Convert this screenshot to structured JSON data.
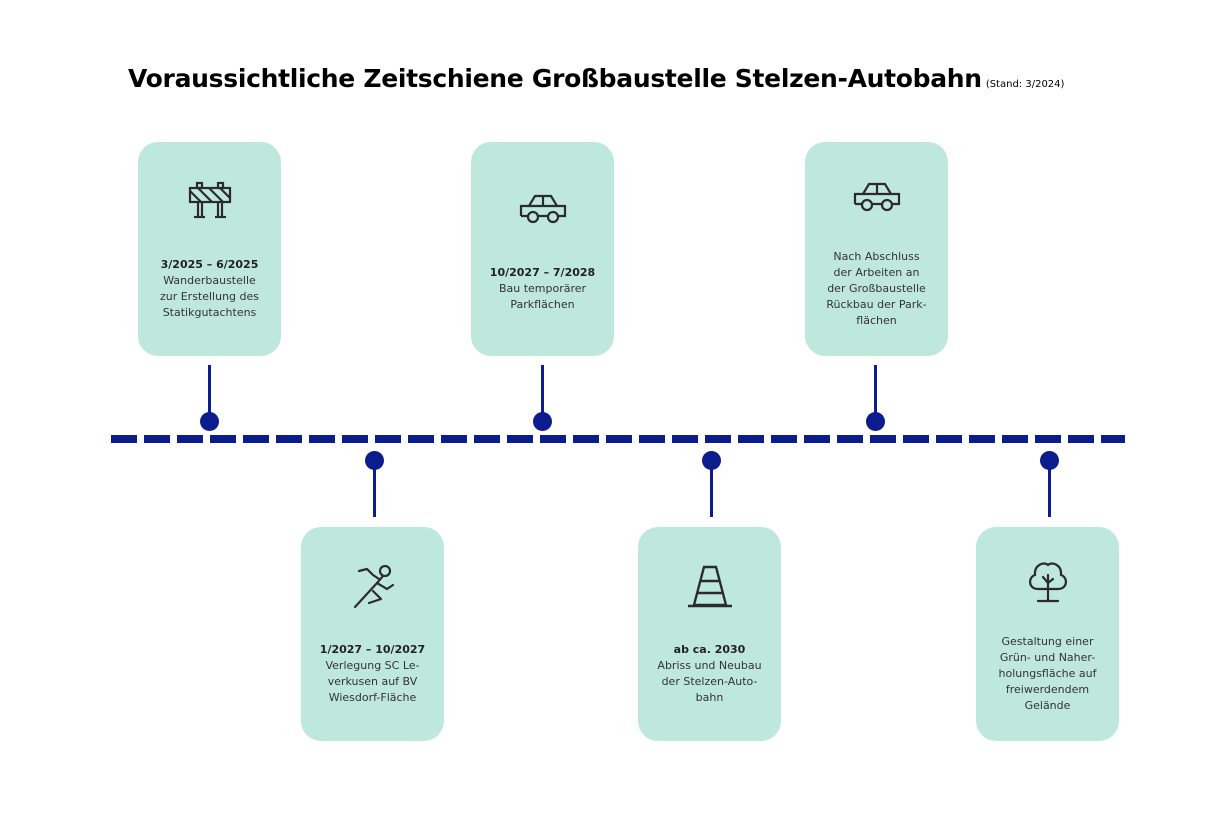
{
  "title": "Voraussichtliche Zeitschiene Großbaustelle Stelzen-Autobahn",
  "subtitle": "(Stand: 3/2024)",
  "colors": {
    "card": "#bfe8dc",
    "timeline": "#0b1c8c",
    "text": "#333333"
  },
  "events": [
    {
      "icon": "road-barrier-icon",
      "date": "3/2025 – 6/2025",
      "lines": [
        "Wanderbaustelle",
        "zur Erstellung des",
        "Statikgutachtens"
      ]
    },
    {
      "icon": "runner-icon",
      "date": "1/2027 – 10/2027",
      "lines": [
        "Verlegung SC Le-",
        "verkusen auf BV",
        "Wiesdorf-Fläche"
      ]
    },
    {
      "icon": "car-icon",
      "date": "10/2027 – 7/2028",
      "lines": [
        "Bau temporärer",
        "Parkflächen"
      ]
    },
    {
      "icon": "traffic-cone-icon",
      "date": "ab ca. 2030",
      "lines": [
        "Abriss und Neubau",
        "der Stelzen-Auto-",
        "bahn"
      ]
    },
    {
      "icon": "car-icon",
      "date": "",
      "lines": [
        "Nach Abschluss",
        "der Arbeiten an",
        "der Großbaustelle",
        "Rückbau der Park-",
        "flächen"
      ]
    },
    {
      "icon": "tree-icon",
      "date": "",
      "lines": [
        "Gestaltung einer",
        "Grün- und Naher-",
        "holungsfläche auf",
        "freiwerdendem",
        "Gelände"
      ]
    }
  ]
}
